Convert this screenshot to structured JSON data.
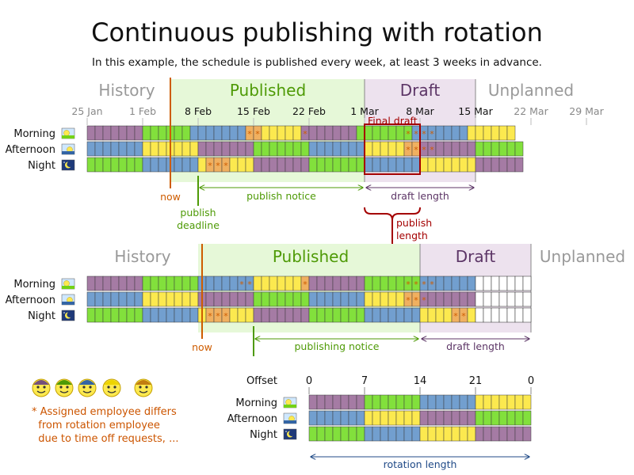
{
  "title": "Continuous publishing with rotation",
  "subtitle": "In this example, the schedule is published every week, at least 3 weeks in advance.",
  "colors": {
    "purple": "#a57ba4",
    "green": "#82e03c",
    "blue": "#729fcf",
    "yellow": "#fce94f",
    "orange": "#f0b060",
    "published_bg": "#e6f8d8",
    "draft_bg": "#ede2ee",
    "published_text": "#4e9a06",
    "draft_text": "#5c3566",
    "history_text": "#999999",
    "now_line": "#ce5c00",
    "deadline_line": "#4e9a06",
    "publish_length": "#a40000",
    "rotation": "#204a87"
  },
  "shifts": [
    "Morning",
    "Afternoon",
    "Night"
  ],
  "shift_icons": [
    "sunrise-icon",
    "sunset-icon",
    "moon-icon"
  ],
  "top": {
    "phases": {
      "history": "History",
      "published": "Published",
      "draft": "Draft",
      "unplanned": "Unplanned"
    },
    "dates": [
      "25 Jan",
      "1 Feb",
      "8 Feb",
      "15 Feb",
      "22 Feb",
      "1 Mar",
      "8 Mar",
      "15 Mar",
      "22 Mar",
      "29 Mar"
    ],
    "rows": [
      "PPPPPPPGGGGGGBBBBBBBYYYYYYYPPPPPPPGGGGGGGBBBBBBBYYYYYY",
      "BBBBBBBYYYYYYYPPPPPPPGGGGGGGBBBBBBBYYYYYYYPPPPPPPGGGGGG",
      "GGGGGGGBBBBBBBYYYYYYYPPPPPPPGGGGGGGBBBBBBBYYYYYYYPPPPPP"
    ],
    "stars": [
      [
        20,
        21,
        27,
        40,
        41,
        42,
        43
      ],
      [
        40,
        41,
        42,
        43
      ],
      [
        15,
        16,
        17
      ]
    ],
    "final_draft": "Final draft",
    "now": "now",
    "publish_deadline": "publish\ndeadline",
    "publish_notice": "publish notice",
    "draft_length": "draft length",
    "publish_length": "publish\nlength"
  },
  "middle": {
    "phases": {
      "history": "History",
      "published": "Published",
      "draft": "Draft",
      "unplanned": "Unplanned"
    },
    "rows": [
      "PPPPPPPGGGGGGGBBBBBBBYYYYYYYPPPPPPPGGGGGGGBBBBBBBWWWWWWW",
      "BBBBBBBYYYYYYYPPPPPPPGGGGGGGBBBBBBBYYYYYYYPPPPPPPWWWWWWW",
      "GGGGGGGBBBBBBBYYYYYYYPPPPPPPGGGGGGGBBBBBBBYYYYYYYWWWWWWW"
    ],
    "stars": [
      [
        19,
        20,
        27,
        40,
        41,
        42,
        43
      ],
      [
        40,
        41,
        42
      ],
      [
        15,
        16,
        17,
        46,
        47
      ]
    ],
    "now": "now",
    "publishing_notice": "publishing notice",
    "draft_length": "draft length"
  },
  "legend": {
    "note": "* Assigned employee differs\n  from rotation employee\n  due to time off requests, ..."
  },
  "rotation": {
    "offset_label": "Offset",
    "offsets": [
      "0",
      "7",
      "14",
      "21",
      "0"
    ],
    "rows": [
      "PPPPPPPGGGGGGGBBBBBBBYYYYYYY",
      "BBBBBBBYYYYYYYPPPPPPPGGGGGGG",
      "GGGGGGGBBBBBBBYYYYYYYPPPPPPP"
    ],
    "rotation_length": "rotation length"
  }
}
